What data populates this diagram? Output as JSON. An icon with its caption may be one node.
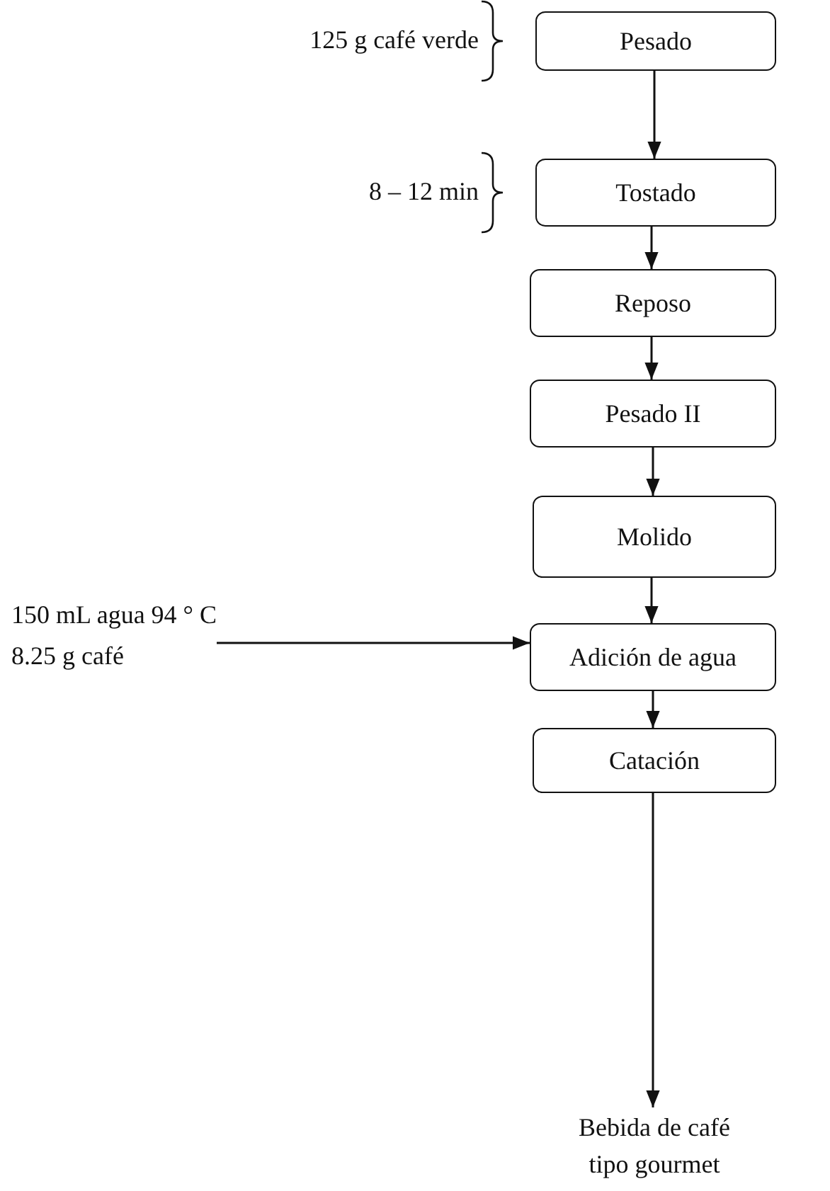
{
  "diagram": {
    "nodes": [
      {
        "text": [
          "Pesado"
        ],
        "beside": [
          "125 g café verde"
        ]
      },
      {
        "text": [
          "Tostado"
        ],
        "beside": [
          "8 – 12 min"
        ]
      },
      {
        "text": [
          "Reposo"
        ]
      },
      {
        "text": [
          "Pesado II"
        ]
      },
      {
        "text": [
          "Molido"
        ]
      },
      {
        "text": [
          "Adición de agua"
        ]
      },
      {
        "text": [
          "Catación"
        ]
      },
      {
        "text": [
          "Bebida de café tipo gourmet"
        ]
      },
      {
        "text": [
          "150 mL agua 94 ° C",
          "8.25 g café"
        ]
      }
    ],
    "edges": [
      {
        "from": 0,
        "to": 1,
        "arrow": "to"
      },
      {
        "from": 1,
        "to": 2,
        "arrow": "to"
      },
      {
        "from": 2,
        "to": 3,
        "arrow": "to"
      },
      {
        "from": 3,
        "to": 4,
        "arrow": "to"
      },
      {
        "from": 4,
        "to": 5,
        "arrow": "to"
      },
      {
        "from": 5,
        "to": 6,
        "arrow": "to"
      },
      {
        "from": 6,
        "to": 7,
        "arrow": "to"
      },
      {
        "from": 8,
        "to": 5,
        "arrow": "to"
      }
    ]
  }
}
